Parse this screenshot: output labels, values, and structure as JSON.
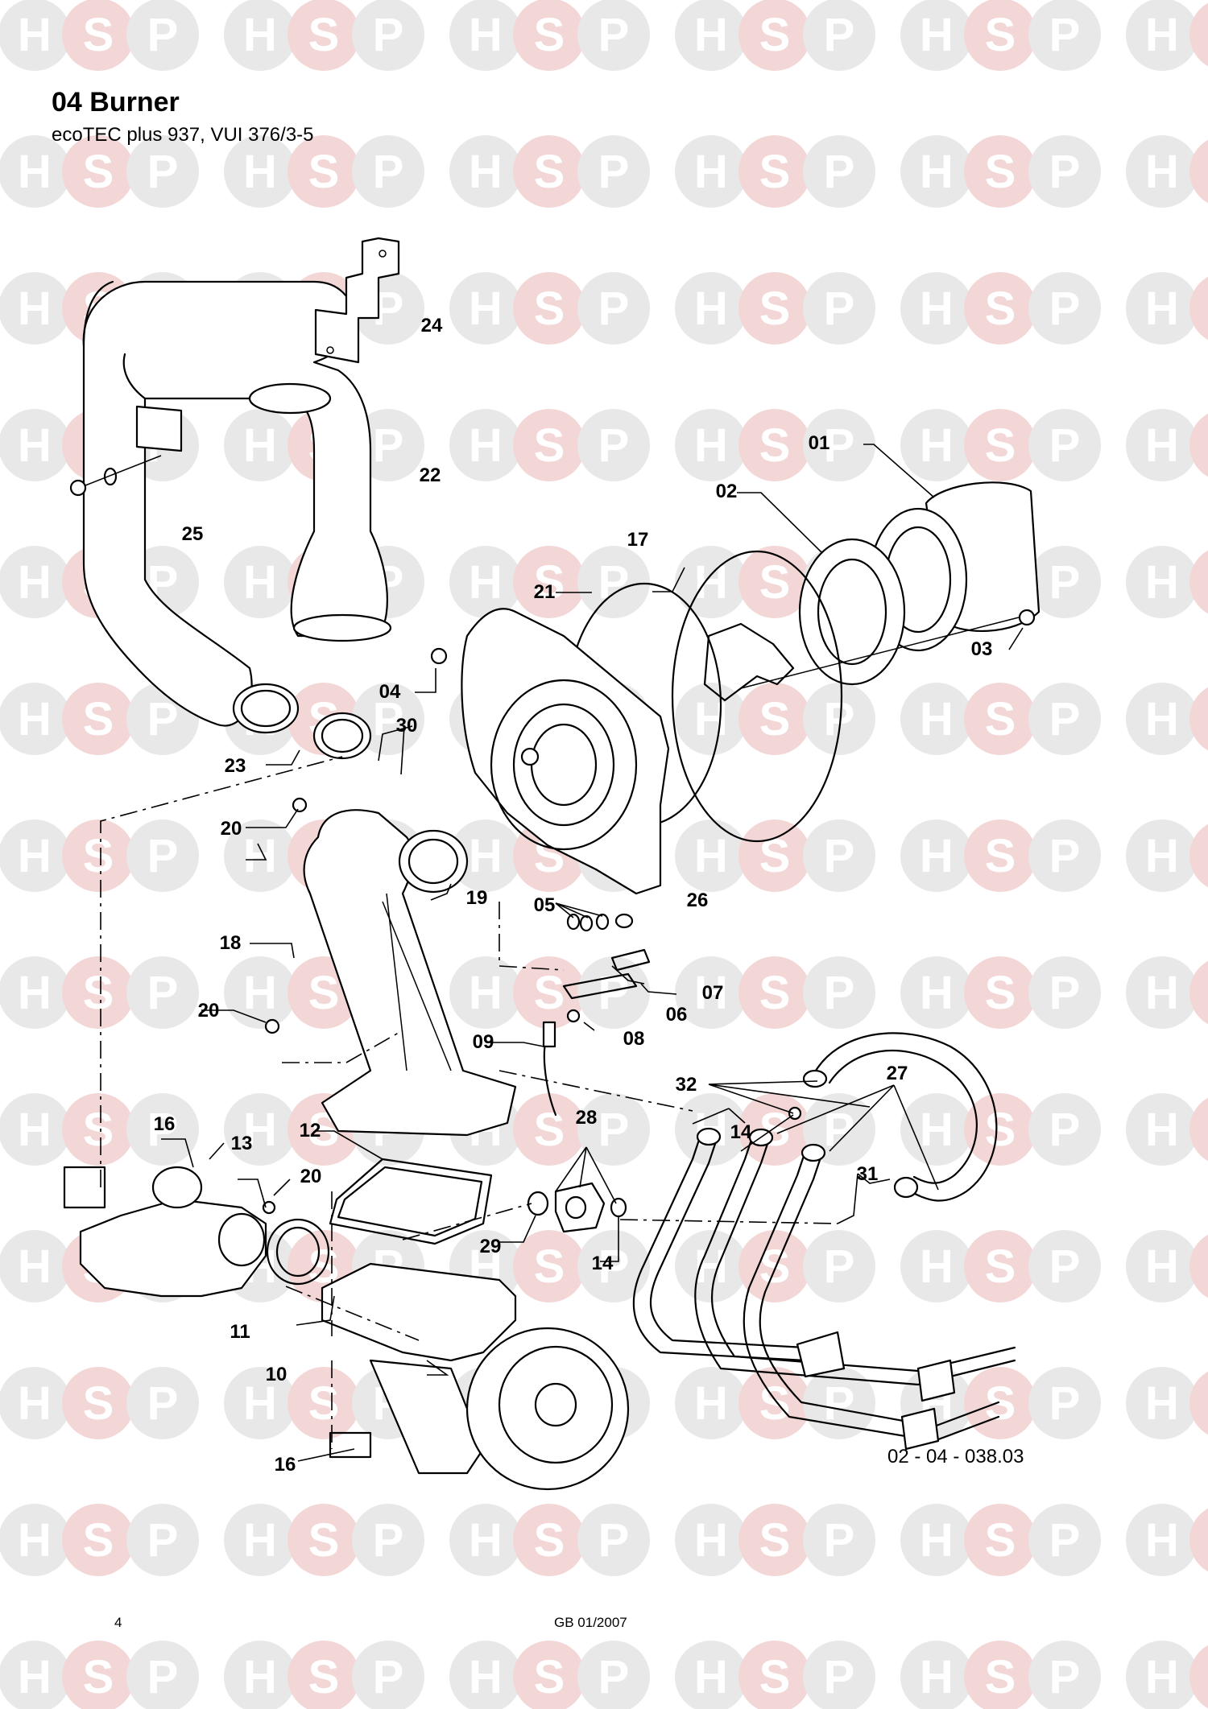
{
  "header": {
    "title": "04 Burner",
    "subtitle": "ecoTEC plus 937, VUI 376/3-5"
  },
  "watermark": {
    "letters": [
      "H",
      "S",
      "P"
    ],
    "colors": {
      "h_and_p": "#e8e8e8",
      "s": "#f3d6d6",
      "letter": "#ffffff"
    }
  },
  "callouts": [
    {
      "id": "01",
      "label": "01"
    },
    {
      "id": "02",
      "label": "02"
    },
    {
      "id": "03",
      "label": "03"
    },
    {
      "id": "04",
      "label": "04"
    },
    {
      "id": "05",
      "label": "05"
    },
    {
      "id": "06",
      "label": "06"
    },
    {
      "id": "07",
      "label": "07"
    },
    {
      "id": "08",
      "label": "08"
    },
    {
      "id": "09",
      "label": "09"
    },
    {
      "id": "10",
      "label": "10"
    },
    {
      "id": "11",
      "label": "11"
    },
    {
      "id": "12",
      "label": "12"
    },
    {
      "id": "13",
      "label": "13"
    },
    {
      "id": "14a",
      "label": "14"
    },
    {
      "id": "14b",
      "label": "14"
    },
    {
      "id": "16a",
      "label": "16"
    },
    {
      "id": "16b",
      "label": "16"
    },
    {
      "id": "17",
      "label": "17"
    },
    {
      "id": "18",
      "label": "18"
    },
    {
      "id": "19",
      "label": "19"
    },
    {
      "id": "20a",
      "label": "20"
    },
    {
      "id": "20b",
      "label": "20"
    },
    {
      "id": "20c",
      "label": "20"
    },
    {
      "id": "21",
      "label": "21"
    },
    {
      "id": "22",
      "label": "22"
    },
    {
      "id": "23",
      "label": "23"
    },
    {
      "id": "24",
      "label": "24"
    },
    {
      "id": "25",
      "label": "25"
    },
    {
      "id": "26",
      "label": "26"
    },
    {
      "id": "27",
      "label": "27"
    },
    {
      "id": "28",
      "label": "28"
    },
    {
      "id": "29",
      "label": "29"
    },
    {
      "id": "30",
      "label": "30"
    },
    {
      "id": "31",
      "label": "31"
    },
    {
      "id": "32",
      "label": "32"
    }
  ],
  "footer": {
    "drawing_number": "02 - 04 - 038.03",
    "page_number": "4",
    "edition": "GB 01/2007"
  }
}
